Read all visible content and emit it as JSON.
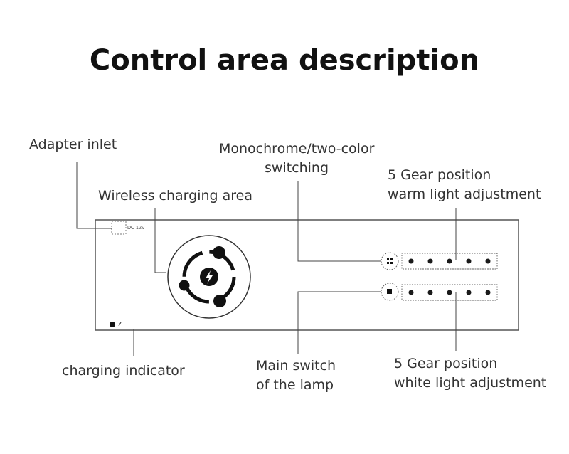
{
  "title": "Control area description",
  "labels": {
    "adapter_inlet": "Adapter inlet",
    "wireless_charging": "Wireless charging area",
    "mono_switch_line1": "Monochrome/two-color",
    "mono_switch_line2": "switching",
    "warm_line1": "5 Gear position",
    "warm_line2": "warm light adjustment",
    "charging_indicator": "charging indicator",
    "main_switch_line1": "Main switch",
    "main_switch_line2": "of the lamp",
    "white_line1": "5 Gear position",
    "white_line2": "white light adjustment"
  },
  "panel": {
    "dc_label": "DC 12V",
    "warm_gear_count": 5,
    "white_gear_count": 5
  },
  "icons": {
    "charging": "lightning-bolt-icon",
    "mono_switch": "grid-four-icon",
    "main_switch": "square-stop-icon"
  },
  "colors": {
    "line": "#444444",
    "panel_border": "#555555",
    "dot": "#1a1a1a"
  }
}
